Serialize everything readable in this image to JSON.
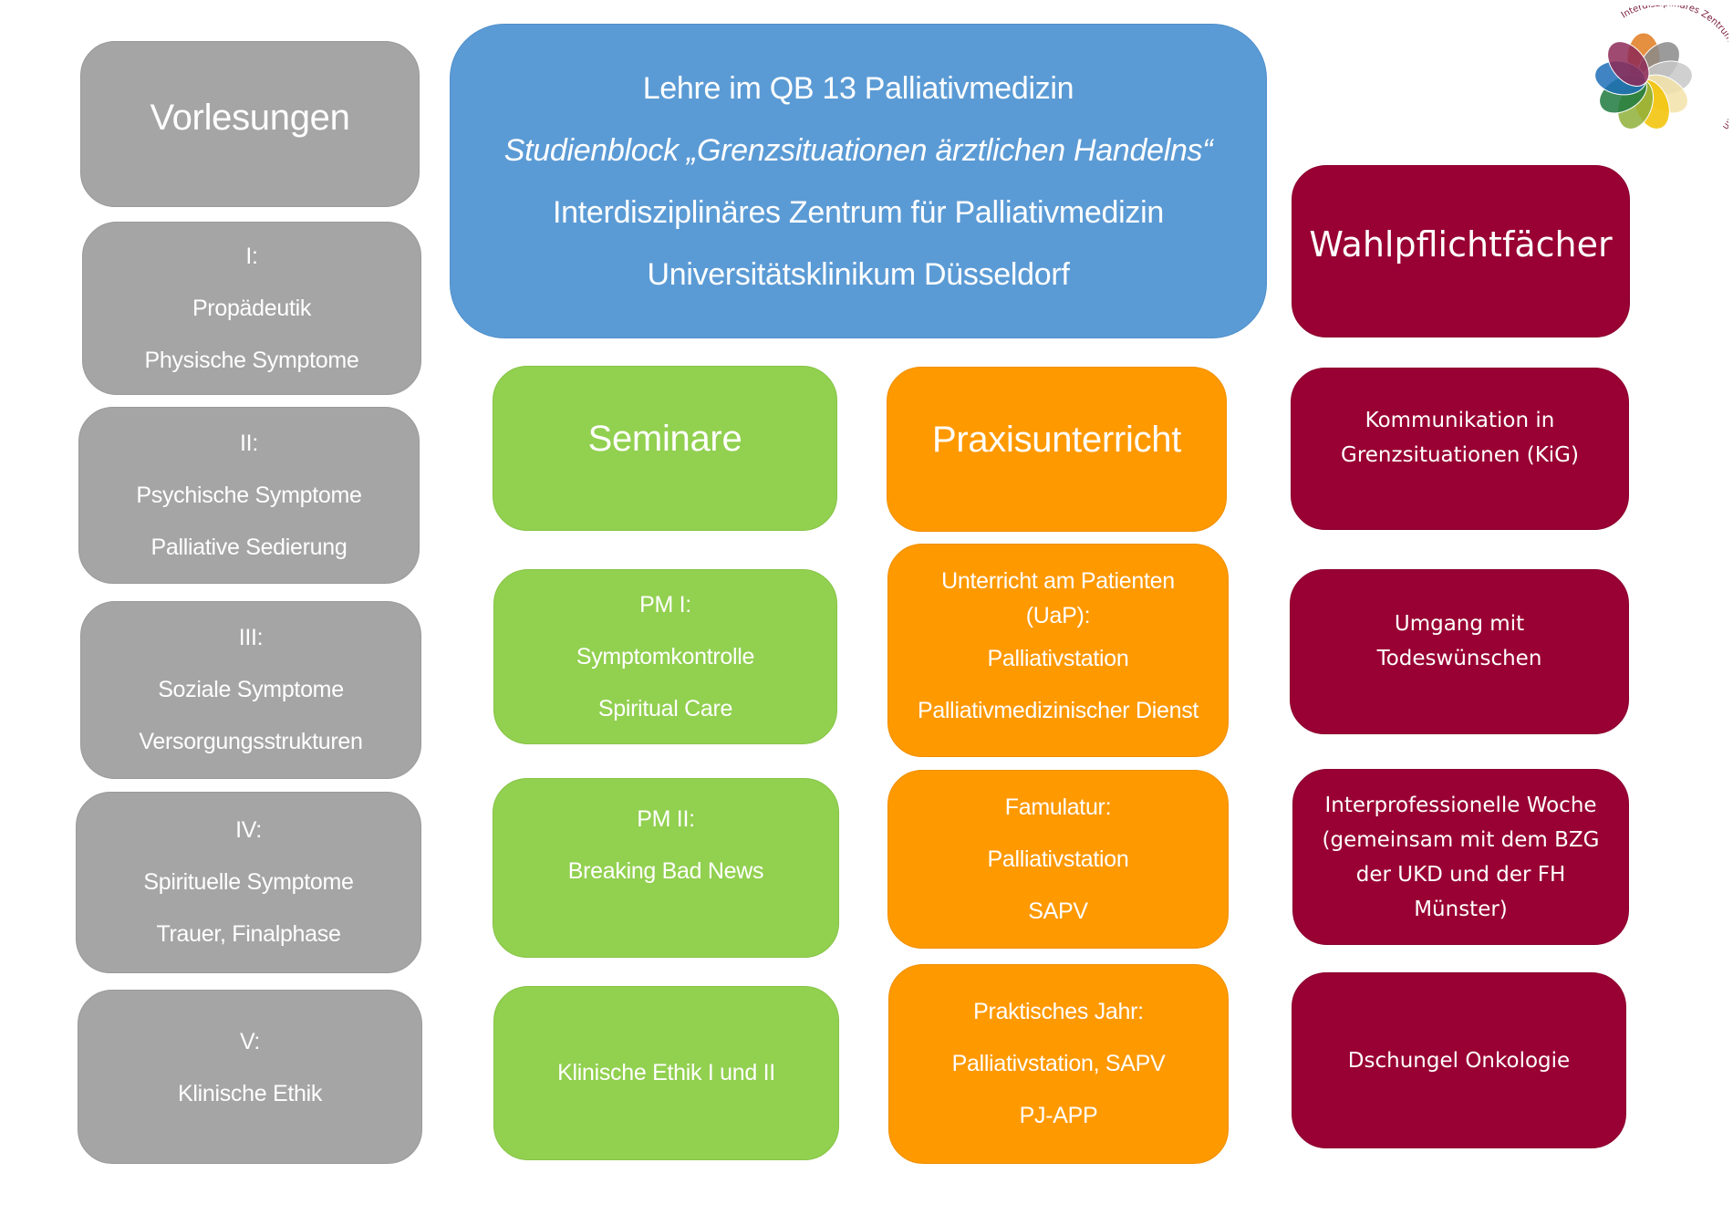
{
  "header": {
    "lines": [
      "Lehre im QB 13 Palliativmedizin",
      "Studienblock „Grenzsituationen ärztlichen Handelns“",
      "Interdisziplinäres Zentrum für Palliativmedizin",
      "Universitätsklinikum Düsseldorf"
    ]
  },
  "logo": {
    "ring_text": "Interdisziplinäres Zentrum für Palliativmedizin",
    "petal_colors": [
      "#e07b20",
      "#8a8a8a",
      "#c8c8c8",
      "#f3e3a8",
      "#f2c200",
      "#8fb03a",
      "#1f7a3f",
      "#1e6fb8",
      "#8e2a57"
    ]
  },
  "columns": {
    "vorlesungen": {
      "title": "Vorlesungen",
      "items": [
        {
          "num": "I:",
          "lines": [
            "Propädeutik",
            "Physische Symptome"
          ]
        },
        {
          "num": "II:",
          "lines": [
            "Psychische Symptome",
            "Palliative Sedierung"
          ]
        },
        {
          "num": "III:",
          "lines": [
            "Soziale Symptome",
            "Versorgungsstrukturen"
          ]
        },
        {
          "num": "IV:",
          "lines": [
            "Spirituelle Symptome",
            "Trauer, Finalphase"
          ]
        },
        {
          "num": "V:",
          "lines": [
            "Klinische Ethik"
          ]
        }
      ]
    },
    "seminare": {
      "title": "Seminare",
      "items": [
        {
          "lines": [
            "PM I:",
            "Symptomkontrolle",
            "Spiritual Care"
          ]
        },
        {
          "lines": [
            "PM II:",
            "Breaking Bad News"
          ]
        },
        {
          "lines": [
            "Klinische Ethik I und II"
          ]
        }
      ]
    },
    "praxis": {
      "title": "Praxisunterricht",
      "items": [
        {
          "heading": [
            "Unterricht am Patienten",
            "(UaP):"
          ],
          "lines": [
            "Palliativstation",
            "Palliativmedizinischer Dienst"
          ]
        },
        {
          "heading": [
            "Famulatur:"
          ],
          "lines": [
            "Palliativstation",
            "SAPV"
          ]
        },
        {
          "heading": [
            "Praktisches Jahr:"
          ],
          "lines": [
            "Palliativstation, SAPV",
            "PJ-APP"
          ]
        }
      ]
    },
    "wahlpflicht": {
      "title": "Wahlpflichtfächer",
      "items": [
        {
          "lines": [
            "Kommunikation in",
            "Grenzsituationen (KiG)"
          ]
        },
        {
          "lines": [
            "Umgang mit",
            "Todeswünschen"
          ]
        },
        {
          "lines": [
            "Interprofessionelle Woche",
            "(gemeinsam mit dem BZG",
            "der UKD und der FH",
            "Münster)"
          ]
        },
        {
          "lines": [
            "Dschungel Onkologie"
          ]
        }
      ]
    }
  },
  "colors": {
    "gray": "#a5a5a5",
    "blue": "#5b9bd5",
    "green": "#92d050",
    "orange": "#ff9900",
    "maroon": "#990033"
  }
}
